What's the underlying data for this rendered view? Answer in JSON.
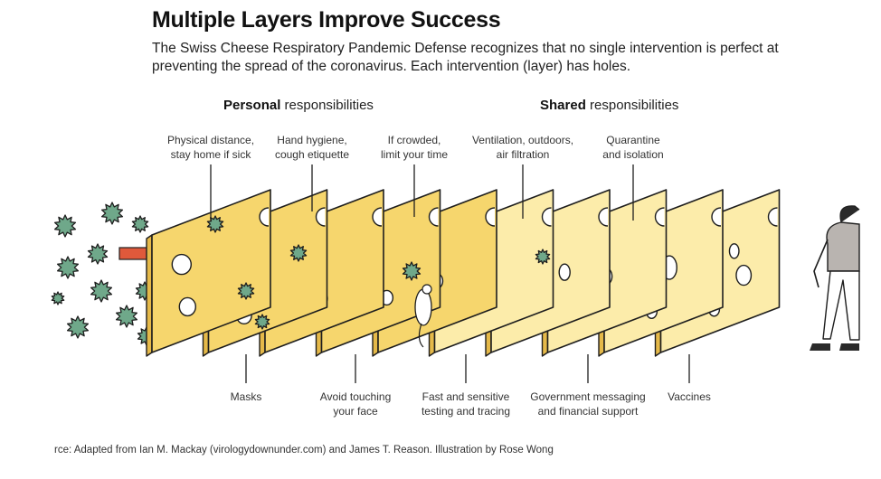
{
  "title": "Multiple Layers Improve Success",
  "subtitle": "The Swiss Cheese Respiratory Pandemic Defense recognizes that no single intervention is perfect at preventing the spread of the coronavirus. Each intervention (layer) has holes.",
  "groups": {
    "personal": {
      "bold": "Personal",
      "rest": " responsibilities"
    },
    "shared": {
      "bold": "Shared",
      "rest": " responsibilities"
    }
  },
  "top_labels": [
    "Physical distance,\nstay home if sick",
    "Hand hygiene,\ncough etiquette",
    "If crowded,\nlimit your time",
    "Ventilation, outdoors,\nair filtration",
    "Quarantine\nand isolation"
  ],
  "bottom_labels": [
    "Masks",
    "Avoid touching\nyour face",
    "Fast and sensitive\ntesting and tracing",
    "Government messaging\nand financial support",
    "Vaccines"
  ],
  "source": "rce: Adapted from Ian M. Mackay (virologydownunder.com) and James T. Reason. Illustration by Rose Wong",
  "colors": {
    "personal_layer": "#f6d66d",
    "shared_layer": "#fcecaa",
    "virus": "#6fa88a",
    "arrow": "#e0593b",
    "outline": "#1e1e1e"
  }
}
